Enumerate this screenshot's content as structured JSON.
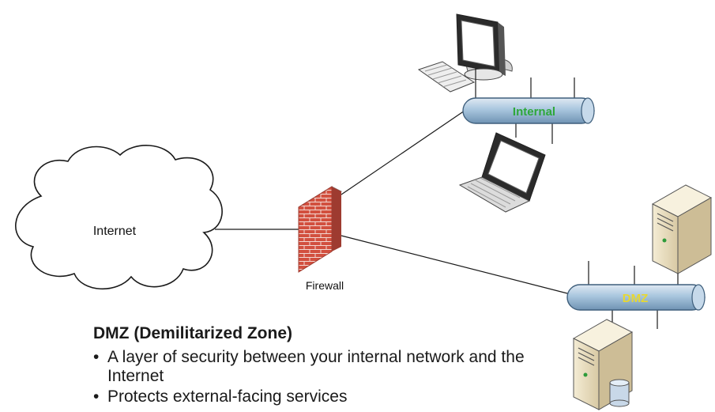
{
  "labels": {
    "internet": "Internet",
    "firewall": "Firewall",
    "internal": "Internal",
    "dmz": "DMZ"
  },
  "colors": {
    "internal_text": "#2ea83a",
    "dmz_text": "#e8d830",
    "bus_fill": "#a9c6de",
    "brick": "#c9483c"
  },
  "text": {
    "heading": "DMZ (Demilitarized Zone)",
    "bullets": [
      "A layer of security between your internal network and the Internet",
      "Protects external-facing services"
    ]
  }
}
